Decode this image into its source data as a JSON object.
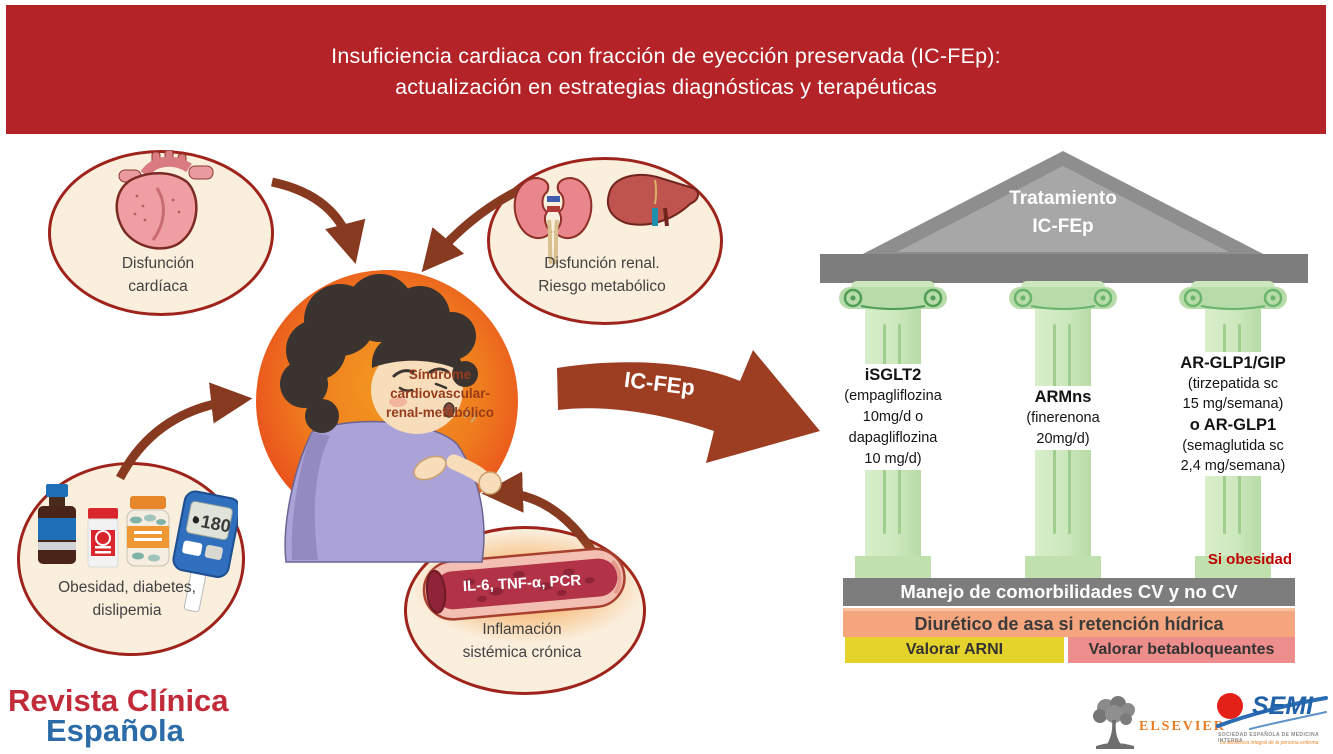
{
  "header": {
    "line1": "Insuficiencia cardiaca con fracción de eyección preservada (IC-FEp):",
    "line2": "actualización en estrategias diagnósticas y terapéuticas"
  },
  "nodes": {
    "cardiac": {
      "line1": "Disfunción",
      "line2": "cardíaca"
    },
    "renal": {
      "line1": "Disfunción renal.",
      "line2": "Riesgo metabólico"
    },
    "metabolic": {
      "line1": "Obesidad, diabetes,",
      "line2": "dislipemia",
      "meter_value": "180"
    },
    "inflammation": {
      "vessel_label": "IL-6, TNF-α, PCR",
      "line1": "Inflamación",
      "line2": "sistémica crónica"
    },
    "syndrome": {
      "line1": "Síndrome",
      "line2": "cardiovascular-",
      "line3": "renal-metabólico"
    }
  },
  "main_arrow": {
    "label": "IC-FEp"
  },
  "temple": {
    "pediment": {
      "line1": "Tratamiento",
      "line2": "IC-FEp"
    },
    "pillars": [
      {
        "name": "iSGLT2",
        "lines": [
          "(empagliflozina",
          "10mg/d o",
          "dapagliflozina",
          "10 mg/d)"
        ]
      },
      {
        "name": "ARMns",
        "lines": [
          "(finerenona",
          "20mg/d)"
        ]
      },
      {
        "name": "AR-GLP1/GIP",
        "lines": [
          "(tirzepatida sc",
          "15 mg/semana)"
        ],
        "name2": "o AR-GLP1",
        "lines2": [
          "(semaglutida sc",
          "2,4 mg/semana)"
        ]
      }
    ],
    "obesity_note": "Si obesidad",
    "bars": {
      "comorbidities": "Manejo de comorbilidades CV y no CV",
      "diuretic": "Diurético de asa si retención hídrica",
      "arni": "Valorar ARNI",
      "betablockers": "Valorar betabloqueantes"
    }
  },
  "footer": {
    "journal": {
      "line1": "Revista Clínica",
      "line2": "Española"
    },
    "elsevier": "ELSEVIER",
    "semi": {
      "name": "SEMI",
      "subtitle": "SOCIEDAD ESPAÑOLA DE MEDICINA INTERNA",
      "tagline": "La asistencia integral de la persona enferma"
    }
  },
  "colors": {
    "banner_red": "#b32327",
    "circle_fill": "#faeedd",
    "circle_border": "#9e241b",
    "arrow_brown": "#873a20",
    "big_arrow": "#9d3d22",
    "center_orange_edge": "#e23a1c",
    "center_orange_core": "#f39a22",
    "temple_gray": "#7d7d7d",
    "column_green": "#cde8bd",
    "bar_salmon": "#f5a67f",
    "bar_yellow": "#e5d22b",
    "bar_pink": "#ee8e8c",
    "obesity_red": "#c00000",
    "journal_red": "#c22b39",
    "journal_blue": "#2b6ca8",
    "elsevier_orange": "#e87d26",
    "semi_blue": "#2262a9",
    "semi_red": "#e32119"
  }
}
